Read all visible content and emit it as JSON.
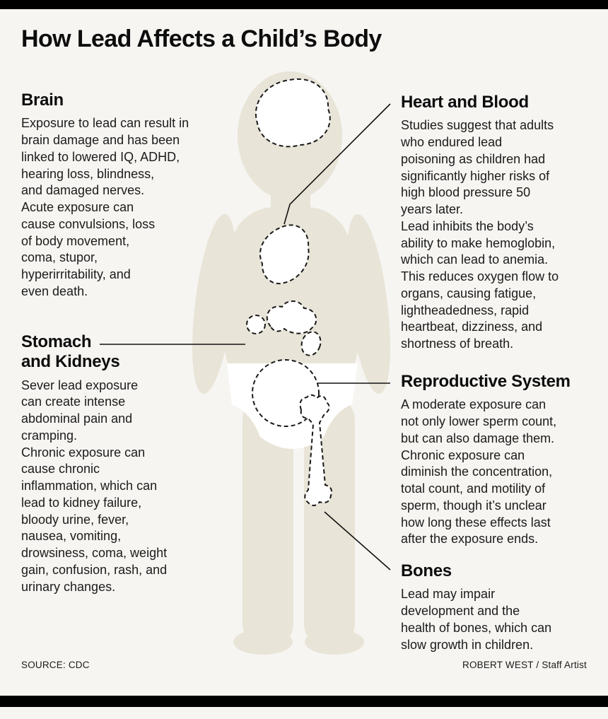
{
  "title": "How Lead Affects a Child’s Body",
  "sections": {
    "brain": {
      "heading": "Brain",
      "body": "Exposure to lead can result in\nbrain damage and has been\nlinked to lowered IQ, ADHD,\nhearing loss, blindness,\nand damaged nerves.\nAcute exposure can\ncause convulsions, loss\nof body movement,\ncoma, stupor,\nhyperirritability, and\neven death."
    },
    "stomach": {
      "heading": "Stomach\nand Kidneys",
      "body": "Sever lead exposure\ncan create intense\nabdominal pain and\ncramping.\nChronic exposure can\ncause chronic\ninflammation, which can\nlead to kidney failure,\nbloody urine, fever,\nnausea, vomiting,\ndrowsiness, coma, weight\ngain, confusion, rash, and\nurinary changes."
    },
    "heart": {
      "heading": "Heart and Blood",
      "body": "Studies suggest that adults\nwho endured lead\npoisoning as children had\nsignificantly higher risks of\nhigh blood pressure 50\nyears later.\nLead inhibits the body’s\nability to make hemoglobin,\nwhich can lead to anemia.\nThis reduces oxygen flow to\norgans, causing fatigue,\nlightheadedness, rapid\nheartbeat, dizziness, and\nshortness of breath."
    },
    "reproductive": {
      "heading": "Reproductive System",
      "body": "A moderate exposure can\nnot only lower sperm count,\nbut can also damage them.\nChronic exposure can\ndiminish the concentration,\ntotal count, and motility of\nsperm, though it’s unclear\nhow long these effects last\nafter the exposure ends."
    },
    "bones": {
      "heading": "Bones",
      "body": "Lead may impair\ndevelopment and the\nhealth of bones, which can\nslow growth in children."
    }
  },
  "footer": {
    "source": "SOURCE: CDC",
    "credit": "ROBERT WEST / Staff Artist"
  },
  "colors": {
    "background": "#f6f5f2",
    "silhouette": "#e8e4d7",
    "ink": "#111111",
    "organ_fill": "#ffffff"
  }
}
